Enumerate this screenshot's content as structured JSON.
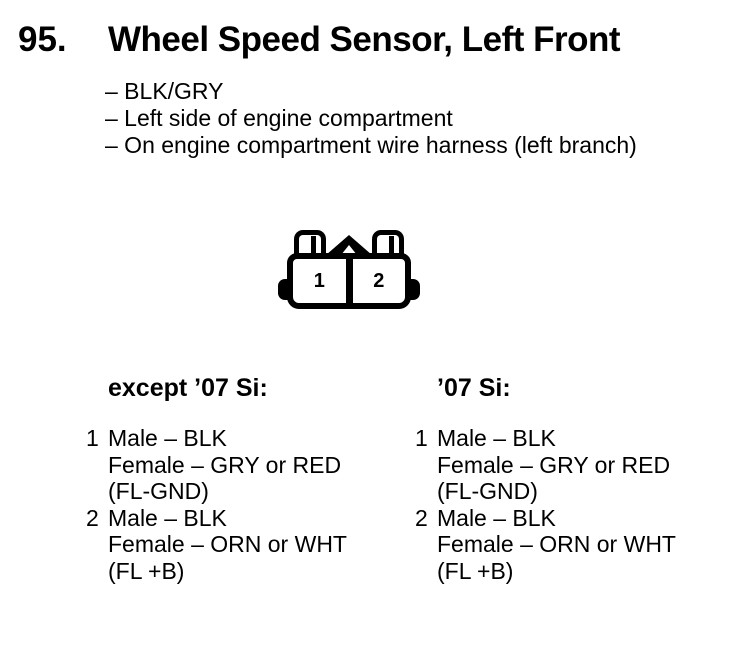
{
  "heading": {
    "number": "95.",
    "title": "Wheel Speed Sensor, Left Front"
  },
  "notes": [
    "– BLK/GRY",
    "– Left side of engine compartment",
    "– On engine compartment wire harness (left branch)"
  ],
  "connector": {
    "pin1": "1",
    "pin2": "2"
  },
  "columns": {
    "left": {
      "header": "except ’07 Si:",
      "items": [
        {
          "num": "1",
          "line1": "Male – BLK",
          "line2": "Female – GRY or RED",
          "line3": "(FL-GND)"
        },
        {
          "num": "2",
          "line1": "Male – BLK",
          "line2": "Female – ORN or WHT",
          "line3": "(FL +B)"
        }
      ]
    },
    "right": {
      "header": "’07 Si:",
      "items": [
        {
          "num": "1",
          "line1": "Male – BLK",
          "line2": "Female – GRY or RED",
          "line3": "(FL-GND)"
        },
        {
          "num": "2",
          "line1": "Male – BLK",
          "line2": "Female – ORN or WHT",
          "line3": "(FL +B)"
        }
      ]
    }
  },
  "colors": {
    "ink": "#000000",
    "paper": "#ffffff"
  }
}
